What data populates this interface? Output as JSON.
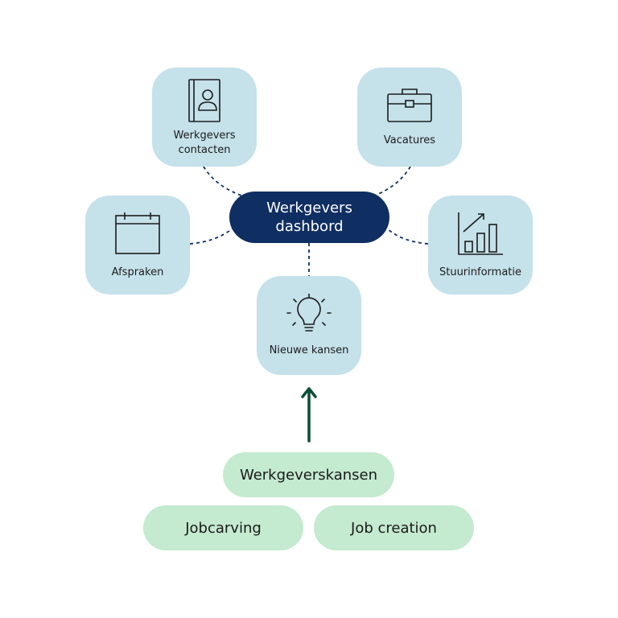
{
  "diagram": {
    "hub": {
      "label": "Werkgevers dashbord",
      "color": "#0f2e62"
    },
    "nodes": {
      "contacten": {
        "label": "Werkgevers contacten",
        "icon": "contact-book-icon"
      },
      "vacatures": {
        "label": "Vacatures",
        "icon": "briefcase-icon"
      },
      "afspraken": {
        "label": "Afspraken",
        "icon": "calendar-icon"
      },
      "stuurinformatie": {
        "label": "Stuurinformatie",
        "icon": "bar-chart-icon"
      },
      "kansen": {
        "label": "Nieuwe kansen",
        "icon": "lightbulb-icon"
      }
    },
    "node_color": "#c5e1ea",
    "sources": {
      "main": "Werkgeverskansen",
      "left": "Jobcarving",
      "right": "Job creation",
      "color": "#c4ead0"
    },
    "arrow_color": "#0c4d36",
    "connector_color": "#0f2e62"
  }
}
